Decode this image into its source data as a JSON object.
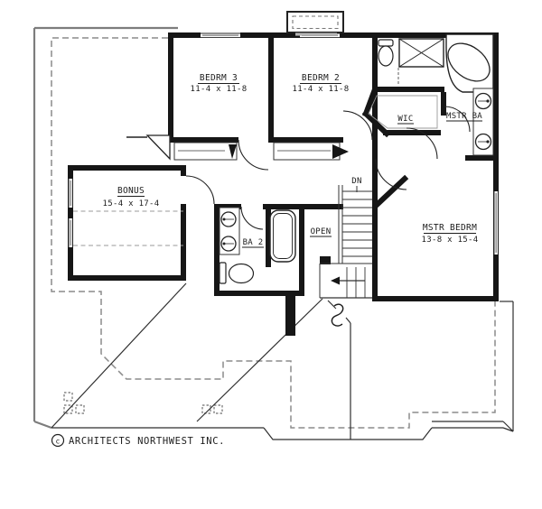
{
  "drawing": {
    "rooms": {
      "bedrm3": {
        "name": "BEDRM 3",
        "dims": "11-4 x 11-8"
      },
      "bedrm2": {
        "name": "BEDRM 2",
        "dims": "11-4 x 11-8"
      },
      "bonus": {
        "name": "BONUS",
        "dims": "15-4 x 17-4"
      },
      "mstr_bedrm": {
        "name": "MSTR BEDRM",
        "dims": "13-8 x 15-4"
      },
      "wic": {
        "name": "WIC"
      },
      "mstr_ba": {
        "name": "MSTR BA"
      },
      "ba2": {
        "name": "BA 2"
      },
      "open": {
        "name": "OPEN"
      }
    },
    "stairs": {
      "down_label": "DN"
    },
    "copyright": {
      "symbol": "c",
      "text": "ARCHITECTS NORTHWEST INC."
    },
    "colors": {
      "wall": "#161616",
      "thin_line": "#2f2f2f",
      "roof_gray": "#7d7d7d",
      "dashed_gray": "#8c8c8c",
      "text": "#1c1c1c",
      "background": "#ffffff"
    }
  }
}
